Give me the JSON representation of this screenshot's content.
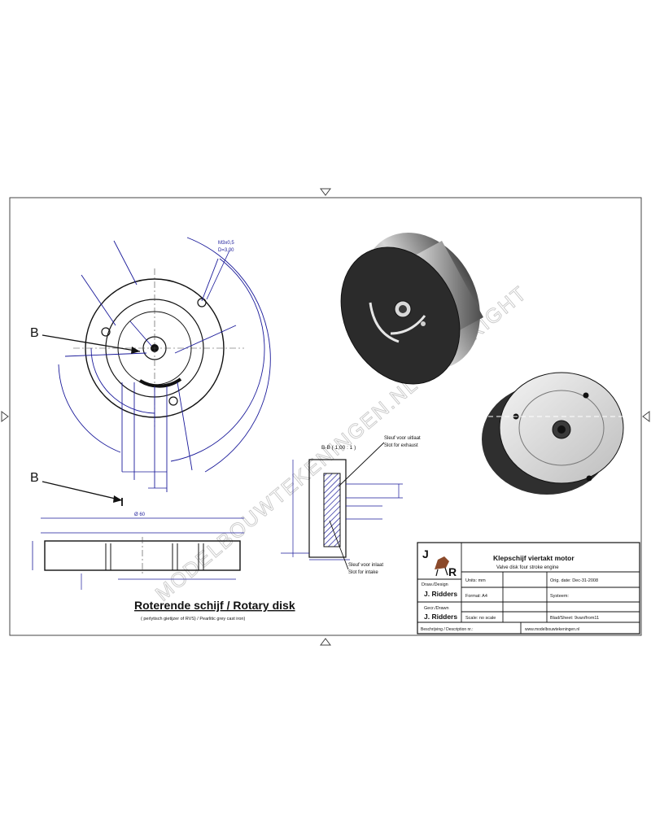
{
  "section_markers": {
    "top": "B",
    "bottom": "B"
  },
  "section_view_label": "B-B ( 1,00 : 1 )",
  "slot_exhaust": {
    "nl": "Sleuf voor uitlaat",
    "en": "Slot for exhaust"
  },
  "slot_intake": {
    "nl": "Sleuf voor inlaat",
    "en": "Slot for intake"
  },
  "main_title": "Roterende schijf / Rotary disk",
  "material_note": "( perlytisch gietijzer of RVS) / Pearlitic grey cast iron)",
  "watermark": "MODELBOUWTEKENINGEN.NL COPYRIGHT",
  "dimensions": {
    "thread": "M3x0,5",
    "thread_depth": "D=3,00",
    "overall_width": "Ø 60"
  },
  "title_block": {
    "logo_letters": [
      "J",
      "R"
    ],
    "title_nl": "Klepschijf viertakt motor",
    "title_en": "Valve disk four stroke engine",
    "draw_design_label": "Draw./Design",
    "designer": "J. Ridders",
    "units_label": "Units: mm",
    "orig_date_label": "Orig. date: Dec-31-2008",
    "checked_label": "Gecr./Drawn",
    "drawn_by": "J. Ridders",
    "format_label": "Format: A4",
    "system_label": "Systeem:",
    "scale_label": "Scale: no scale",
    "sheet_label": "Blad/Sheet: 9van/from11",
    "description_label": "Beschrijving / Description nr.:",
    "website": "www.modelbouwtekeningen.nl"
  },
  "colors": {
    "dimension": "#1a1a9a",
    "line": "#111111",
    "disk_dark": "#2b2b2b"
  }
}
